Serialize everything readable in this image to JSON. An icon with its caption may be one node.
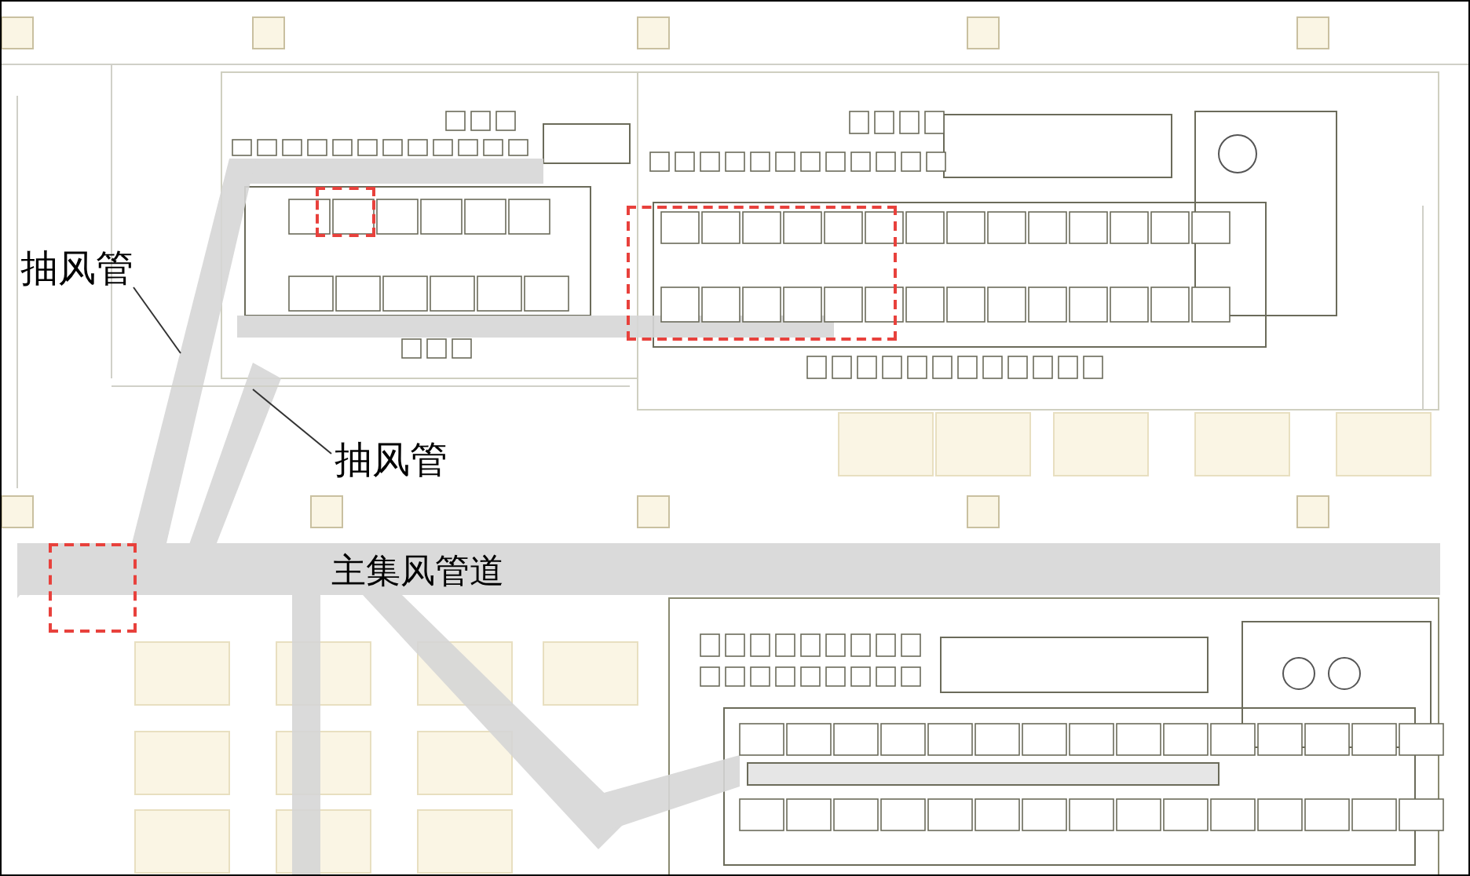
{
  "diagram": {
    "nodes": [
      {
        "text": [
          "抽风管"
        ]
      },
      {
        "text": [
          "抽风管"
        ]
      },
      {
        "text": [],
        "shape": "box"
      },
      {
        "text": [],
        "shape": "box"
      },
      {
        "text": [],
        "shape": "box"
      }
    ],
    "edges": [
      {
        "from": 0,
        "to": null,
        "arrow": "none"
      },
      {
        "from": 1,
        "to": null,
        "arrow": "none"
      }
    ],
    "labels": [
      "主集风管道"
    ]
  }
}
